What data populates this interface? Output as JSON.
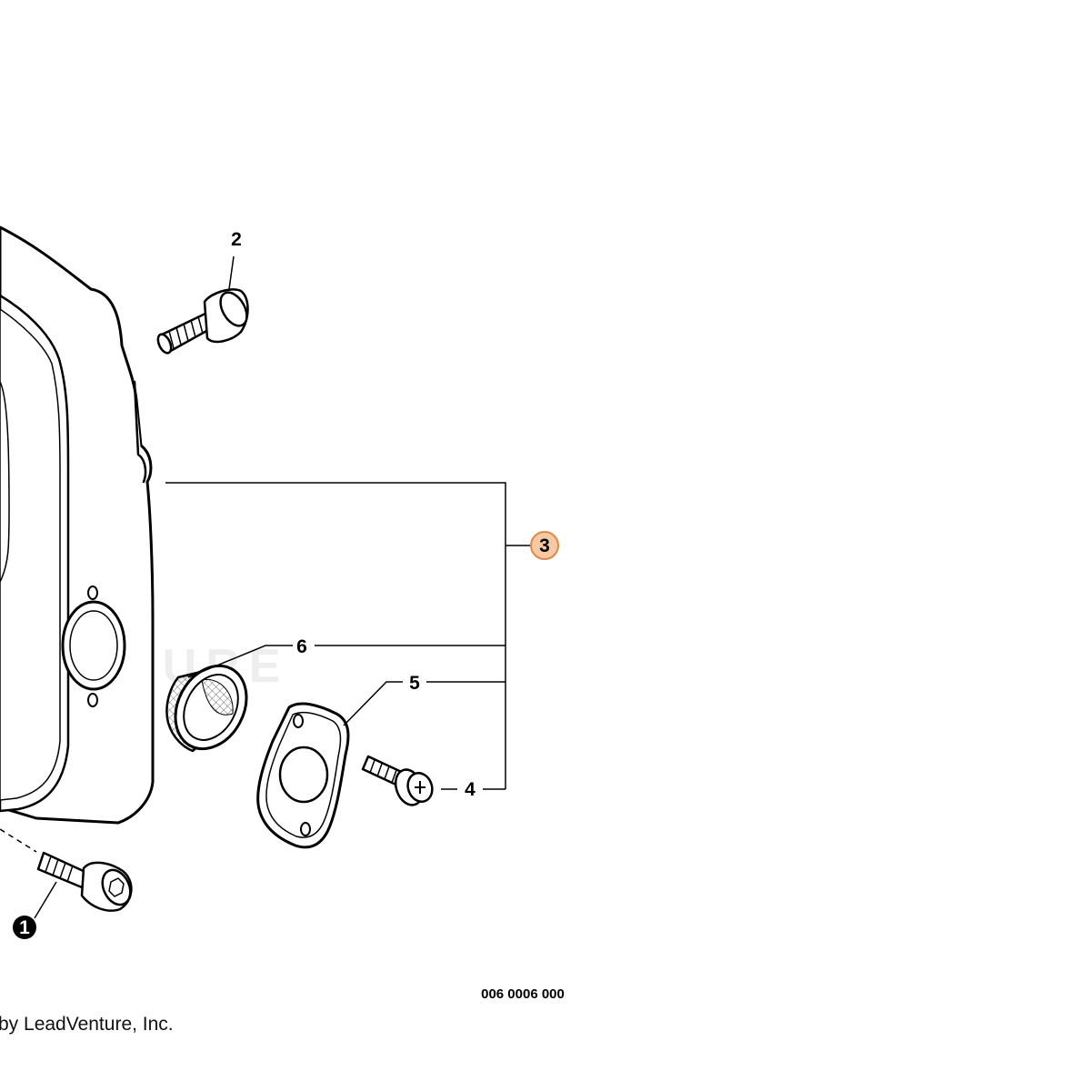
{
  "callouts": [
    {
      "id": "1",
      "label": "1",
      "style": "filled"
    },
    {
      "id": "2",
      "label": "2",
      "style": "plain"
    },
    {
      "id": "3",
      "label": "3",
      "style": "highlighted"
    },
    {
      "id": "4",
      "label": "4",
      "style": "plain"
    },
    {
      "id": "5",
      "label": "5",
      "style": "plain"
    },
    {
      "id": "6",
      "label": "6",
      "style": "plain"
    }
  ],
  "drawing_number": "006 0006 000",
  "copyright": "by LeadVenture, Inc.",
  "watermark": "VENTURE",
  "colors": {
    "line": "#000000",
    "highlight_fill": "#f6c8a3",
    "highlight_stroke": "#d98a4a",
    "watermark": "#eeeeee"
  }
}
